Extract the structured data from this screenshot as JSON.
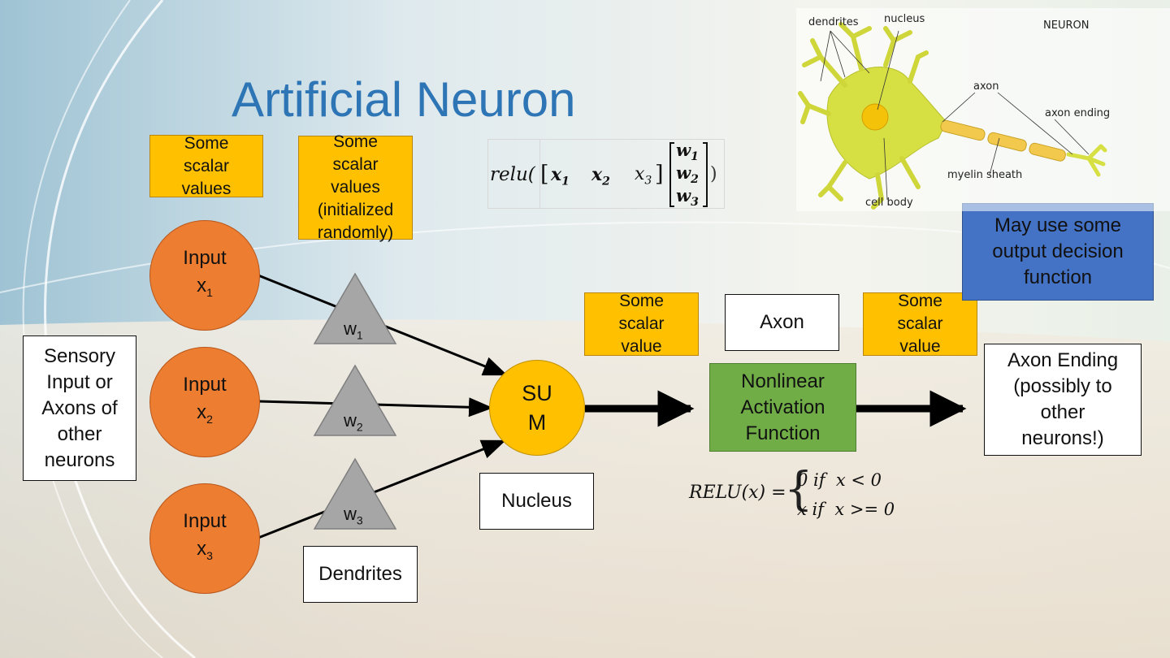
{
  "title": "Artificial Neuron",
  "inputs": [
    {
      "label": "Input",
      "sub": "1",
      "var": "x"
    },
    {
      "label": "Input",
      "sub": "2",
      "var": "x"
    },
    {
      "label": "Input",
      "sub": "3",
      "var": "x"
    }
  ],
  "weights": [
    {
      "var": "w",
      "sub": "1"
    },
    {
      "var": "w",
      "sub": "2"
    },
    {
      "var": "w",
      "sub": "3"
    }
  ],
  "sum_label_line1": "SU",
  "sum_label_line2": "M",
  "sensory_box": [
    "Sensory",
    "Input or",
    "Axons of",
    "other",
    "neurons"
  ],
  "scalar_inputs_box": [
    "Some",
    "scalar",
    "values"
  ],
  "scalar_weights_box": [
    "Some",
    "scalar",
    "values",
    "(initialized",
    "randomly)"
  ],
  "scalar_sum_box": [
    "Some",
    "scalar",
    "value"
  ],
  "scalar_out_box": [
    "Some",
    "scalar",
    "value"
  ],
  "axon_box": "Axon",
  "activation_box": [
    "Nonlinear",
    "Activation",
    "Function"
  ],
  "axon_ending_box": [
    "Axon Ending",
    "(possibly to",
    "other",
    "neurons!)"
  ],
  "decision_box": [
    "May use some",
    "output decision",
    "function"
  ],
  "nucleus_box": "Nucleus",
  "dendrites_box": "Dendrites",
  "relu_matrix": {
    "fn": "relu",
    "row": [
      "x",
      "x",
      "x"
    ],
    "col": [
      "w",
      "w",
      "w"
    ],
    "subs": [
      "1",
      "2",
      "3"
    ]
  },
  "relu_def": {
    "lhs": "RELU(x) =",
    "case1": "0 if  x < 0",
    "case2": "x if  x >= 0"
  },
  "neuron_image": {
    "title": "NEURON",
    "labels": {
      "dendrites": "dendrites",
      "nucleus": "nucleus",
      "axon": "axon",
      "axon_ending": "axon ending",
      "myelin": "myelin sheath",
      "cell_body": "cell body"
    }
  },
  "colors": {
    "title": "#2e75b6",
    "orange": "#ed7d31",
    "yellow": "#ffc000",
    "gray": "#a6a6a6",
    "green": "#70ad47",
    "blue": "#4472c4"
  }
}
